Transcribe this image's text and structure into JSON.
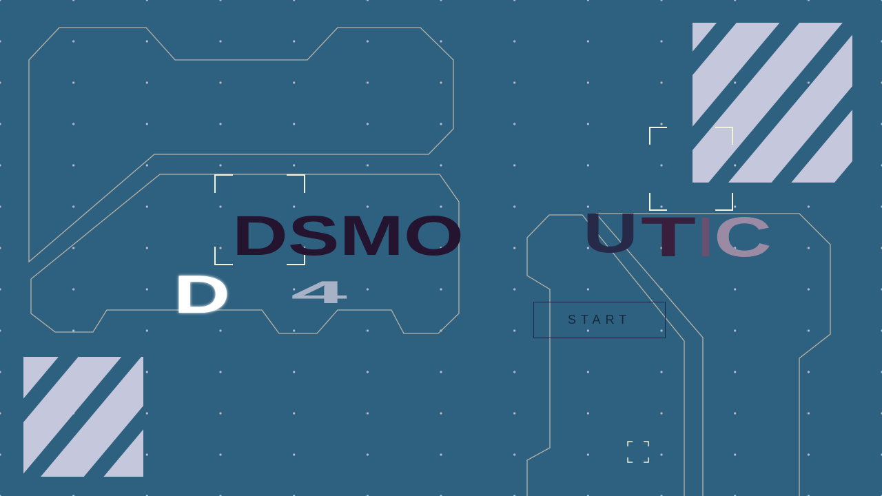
{
  "colors": {
    "background": "#2e617f",
    "outline": "#b8b3a6",
    "dot": "#b6bccb",
    "stripe": "#c5c8dc",
    "bracket": "#f2f3dc",
    "title_dark": "#241430",
    "glyph_white": "#ffffff",
    "glyph_gray": "#a8b2c6"
  },
  "title": {
    "part1": "DSMO",
    "part2_letters": [
      {
        "char": "U",
        "color": "#262a48"
      },
      {
        "char": "T",
        "color": "#3a1e3e"
      },
      {
        "char": "I",
        "color": "#6a5070"
      },
      {
        "char": "C",
        "color": "#9a8aa4"
      }
    ]
  },
  "glyphs": {
    "white_letter": "D",
    "gray_letter": "4"
  },
  "start_button": {
    "label": "START"
  }
}
